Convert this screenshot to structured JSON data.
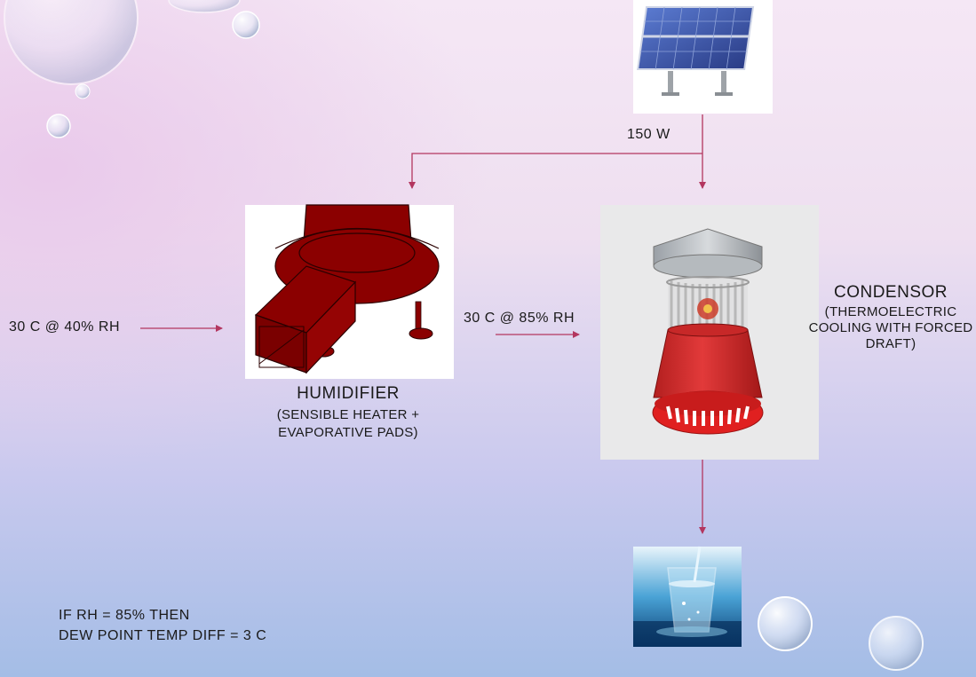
{
  "diagram": {
    "power": {
      "label": "150 W",
      "icon": "solar-panel-icon"
    },
    "inlet": {
      "label": "30 C @ 40% RH"
    },
    "intermediate": {
      "label": "30 C @ 85% RH"
    },
    "humidifier": {
      "title": "HUMIDIFIER",
      "subtitle_lines": [
        "(SENSIBLE HEATER +",
        "EVAPORATIVE PADS)"
      ],
      "icon": "humidifier-3d-model-icon"
    },
    "condensor": {
      "title": "CONDENSOR",
      "subtitle_lines": [
        "(THERMOELECTRIC",
        "COOLING WITH FORCED",
        "DRAFT)"
      ],
      "icon": "condensor-3d-model-icon"
    },
    "output": {
      "icon": "water-glass-icon"
    },
    "note": {
      "lines": [
        "IF RH = 85% THEN",
        "DEW POINT TEMP DIFF = 3 C"
      ]
    },
    "colors": {
      "arrow": "#b3365f",
      "humidifier_body": "#8b0000",
      "condensor_body": "#d42a2a",
      "background_top": "#f3e4f3",
      "background_bottom": "#a9bde4"
    }
  }
}
